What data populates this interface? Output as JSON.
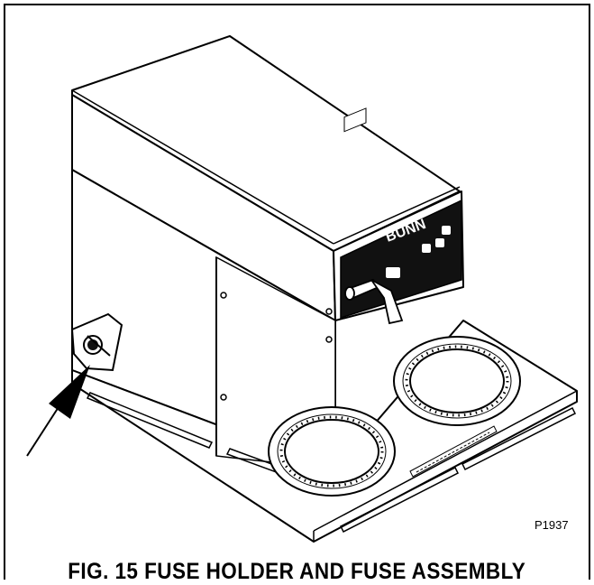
{
  "figure": {
    "caption": "FIG. 15  FUSE HOLDER AND FUSE ASSEMBLY",
    "drawing_code": "P1937",
    "brand_label": "BUNN"
  }
}
